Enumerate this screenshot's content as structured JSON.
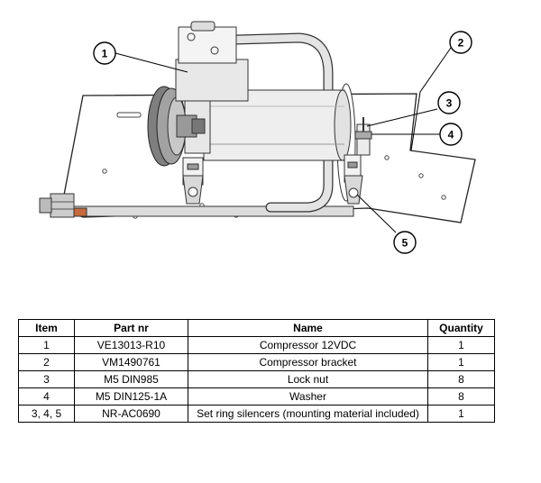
{
  "callouts": [
    {
      "label": "1",
      "name": "callout-1"
    },
    {
      "label": "2",
      "name": "callout-2"
    },
    {
      "label": "3",
      "name": "callout-3"
    },
    {
      "label": "4",
      "name": "callout-4"
    },
    {
      "label": "5",
      "name": "callout-5"
    }
  ],
  "table": {
    "headers": [
      "Item",
      "Part nr",
      "Name",
      "Quantity"
    ],
    "rows": [
      [
        "1",
        "VE13013-R10",
        "Compressor 12VDC",
        "1"
      ],
      [
        "2",
        "VM1490761",
        "Compressor bracket",
        "1"
      ],
      [
        "3",
        "M5 DIN985",
        "Lock nut",
        "8"
      ],
      [
        "4",
        "M5 DIN125-1A",
        "Washer",
        "8"
      ],
      [
        "3, 4, 5",
        "NR-AC0690",
        "Set ring silencers (mounting material included)",
        "1"
      ]
    ]
  }
}
